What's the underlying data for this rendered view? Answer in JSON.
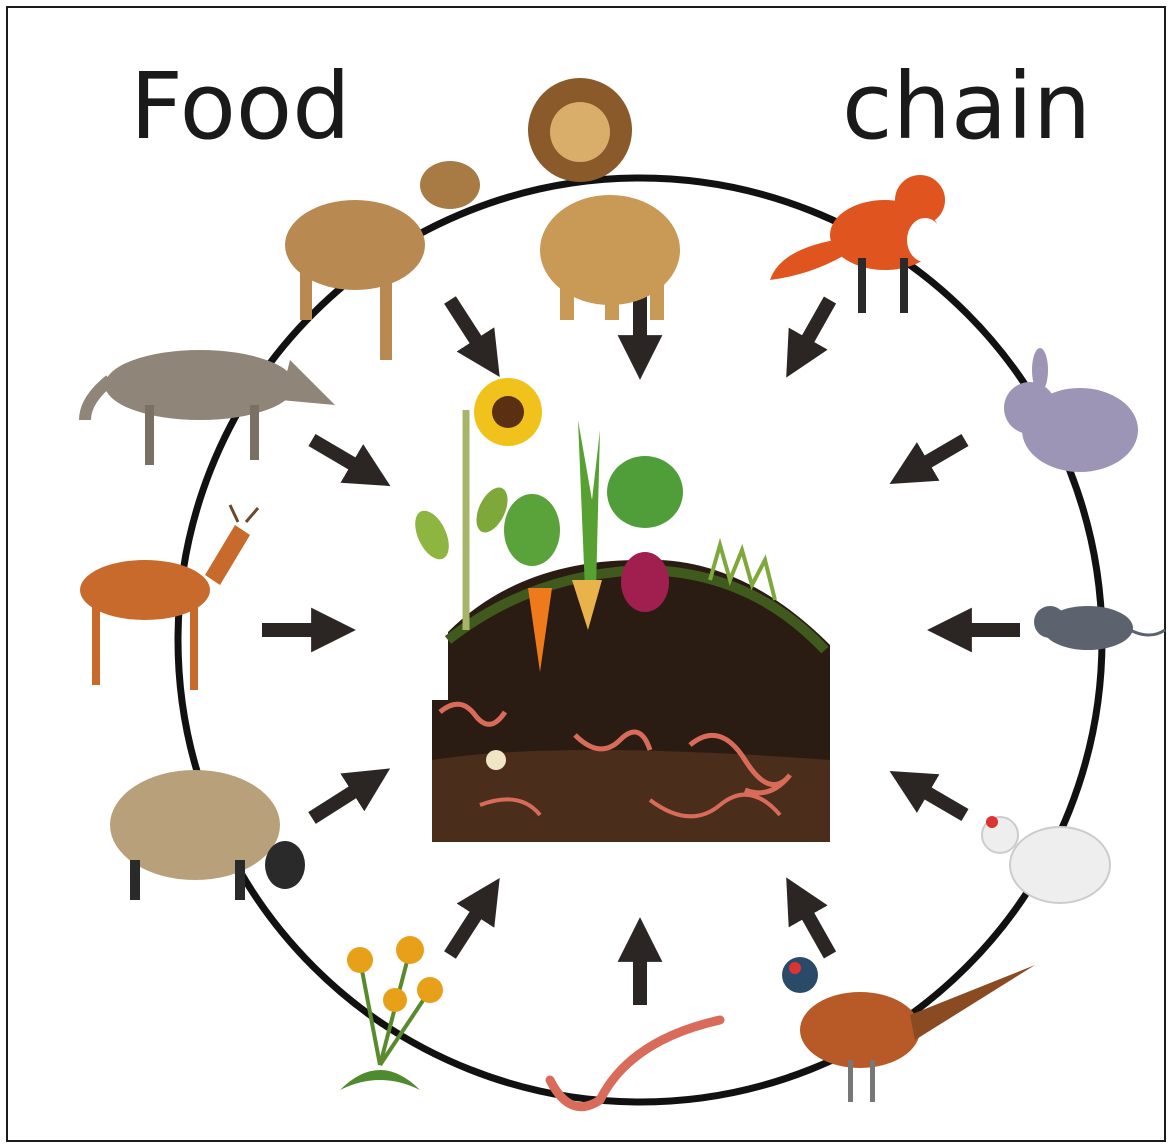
{
  "title": {
    "left_word": "Food",
    "right_word": "chain"
  },
  "center": {
    "name": "soil-with-plants-and-worms",
    "soil_color": "#2a1c12",
    "plants": [
      "sunflower",
      "leafy-greens",
      "onion",
      "carrot",
      "parsnip",
      "beet",
      "grass"
    ]
  },
  "organisms": [
    {
      "name": "lion",
      "fur": "#c89a55"
    },
    {
      "name": "fox",
      "fur": "#e0541f"
    },
    {
      "name": "rabbit",
      "fur": "#9c95b5"
    },
    {
      "name": "mouse",
      "fur": "#5c636e"
    },
    {
      "name": "chicken",
      "fur": "#eeeeee"
    },
    {
      "name": "pheasant",
      "fur": "#b85a28"
    },
    {
      "name": "earthworm",
      "fur": "#d96b5a"
    },
    {
      "name": "dandelion",
      "fur": "#e9a019"
    },
    {
      "name": "sheep",
      "fur": "#b8a07a"
    },
    {
      "name": "deer",
      "fur": "#c86a2c"
    },
    {
      "name": "wolf",
      "fur": "#8f8578"
    },
    {
      "name": "lioness",
      "fur": "#b88a52"
    }
  ],
  "colors": {
    "circle": "#111111",
    "arrow": "#2b2623"
  }
}
